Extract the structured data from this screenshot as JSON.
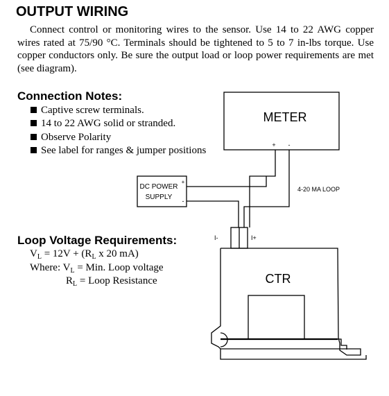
{
  "heading": "OUTPUT WIRING",
  "intro": "Connect control or monitoring wires to the sensor. Use 14 to 22 AWG copper wires rated at 75/90 °C. Terminals should be tightened to 5 to 7 in-lbs torque. Use copper conductors only. Be sure the output load or loop power requirements are met (see diagram).",
  "connection_notes": {
    "title": "Connection Notes:",
    "items": [
      "Captive screw terminals.",
      "14 to 22 AWG solid or stranded.",
      "Observe Polarity",
      "See label for ranges & jumper positions"
    ]
  },
  "loop_voltage": {
    "title": "Loop Voltage Requirements:",
    "eq_prefix": "V",
    "eq_sub": "L",
    "eq_mid": " = 12V + (R",
    "eq_sub2": "L",
    "eq_suffix": " x 20 mA)",
    "where_label": "Where: V",
    "where_sub": "L",
    "where_text": " = Min. Loop voltage",
    "r_label": "R",
    "r_sub": "L",
    "r_text": " = Loop Resistance"
  },
  "diagram": {
    "meter_label": "METER",
    "meter_plus": "+",
    "meter_minus": "-",
    "power_line1": "DC POWER",
    "power_line2": "SUPPLY",
    "power_plus": "+",
    "power_minus": "-",
    "loop_label": "4-20 MA LOOP",
    "term_minus": "I-",
    "term_plus": "I+",
    "ctr_label": "CTR"
  }
}
